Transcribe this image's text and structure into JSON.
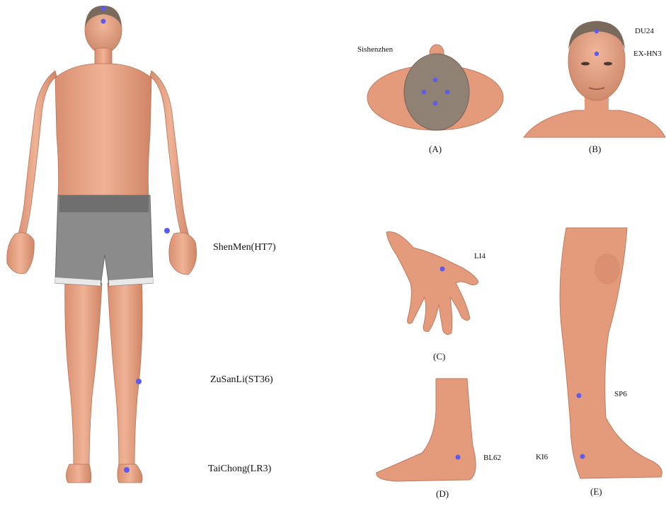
{
  "labels": {
    "shenmen": "ShenMen(HT7)",
    "zusanli": "ZuSanLi(ST36)",
    "taichong": "TaiChong(LR3)",
    "sishenzhen": "Sishenzhen",
    "du24": "DU24",
    "exhn3": "EX-HN3",
    "li4": "LI4",
    "bl62": "BL62",
    "sp6": "SP6",
    "ki6": "KI6"
  },
  "captions": {
    "a": "(A)",
    "b": "(B)",
    "c": "(C)",
    "d": "(D)",
    "e": "(E)"
  },
  "colors": {
    "skin": "#e8a88a",
    "skin_shade": "#c98064",
    "shorts": "#8a8a8a",
    "hair": "#8f8173",
    "point": "#5b5bf0"
  }
}
